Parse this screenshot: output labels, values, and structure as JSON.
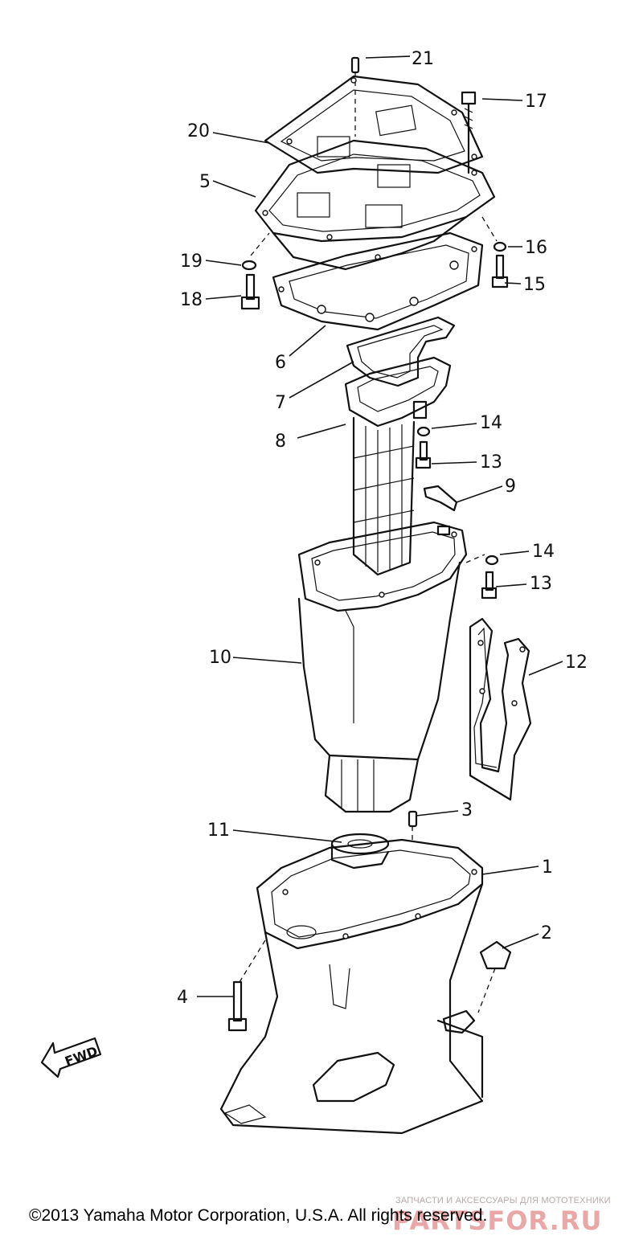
{
  "callouts": {
    "c1": "1",
    "c2": "2",
    "c3": "3",
    "c4": "4",
    "c5": "5",
    "c6": "6",
    "c7": "7",
    "c8": "8",
    "c9": "9",
    "c10": "10",
    "c11": "11",
    "c12": "12",
    "c13a": "13",
    "c13b": "13",
    "c14a": "14",
    "c14b": "14",
    "c15": "15",
    "c16": "16",
    "c17": "17",
    "c18": "18",
    "c19": "19",
    "c20": "20",
    "c21": "21"
  },
  "fwd_label": "FWD",
  "watermark": {
    "tagline": "ЗАПЧАСТИ И АКСЕССУАРЫ ДЛЯ МОТОТЕХНИКИ",
    "brand": "PARTSFOR.RU",
    "color": "#e9a7a7"
  },
  "copyright": "©2013 Yamaha Motor Corporation, U.S.A. All rights reserved."
}
